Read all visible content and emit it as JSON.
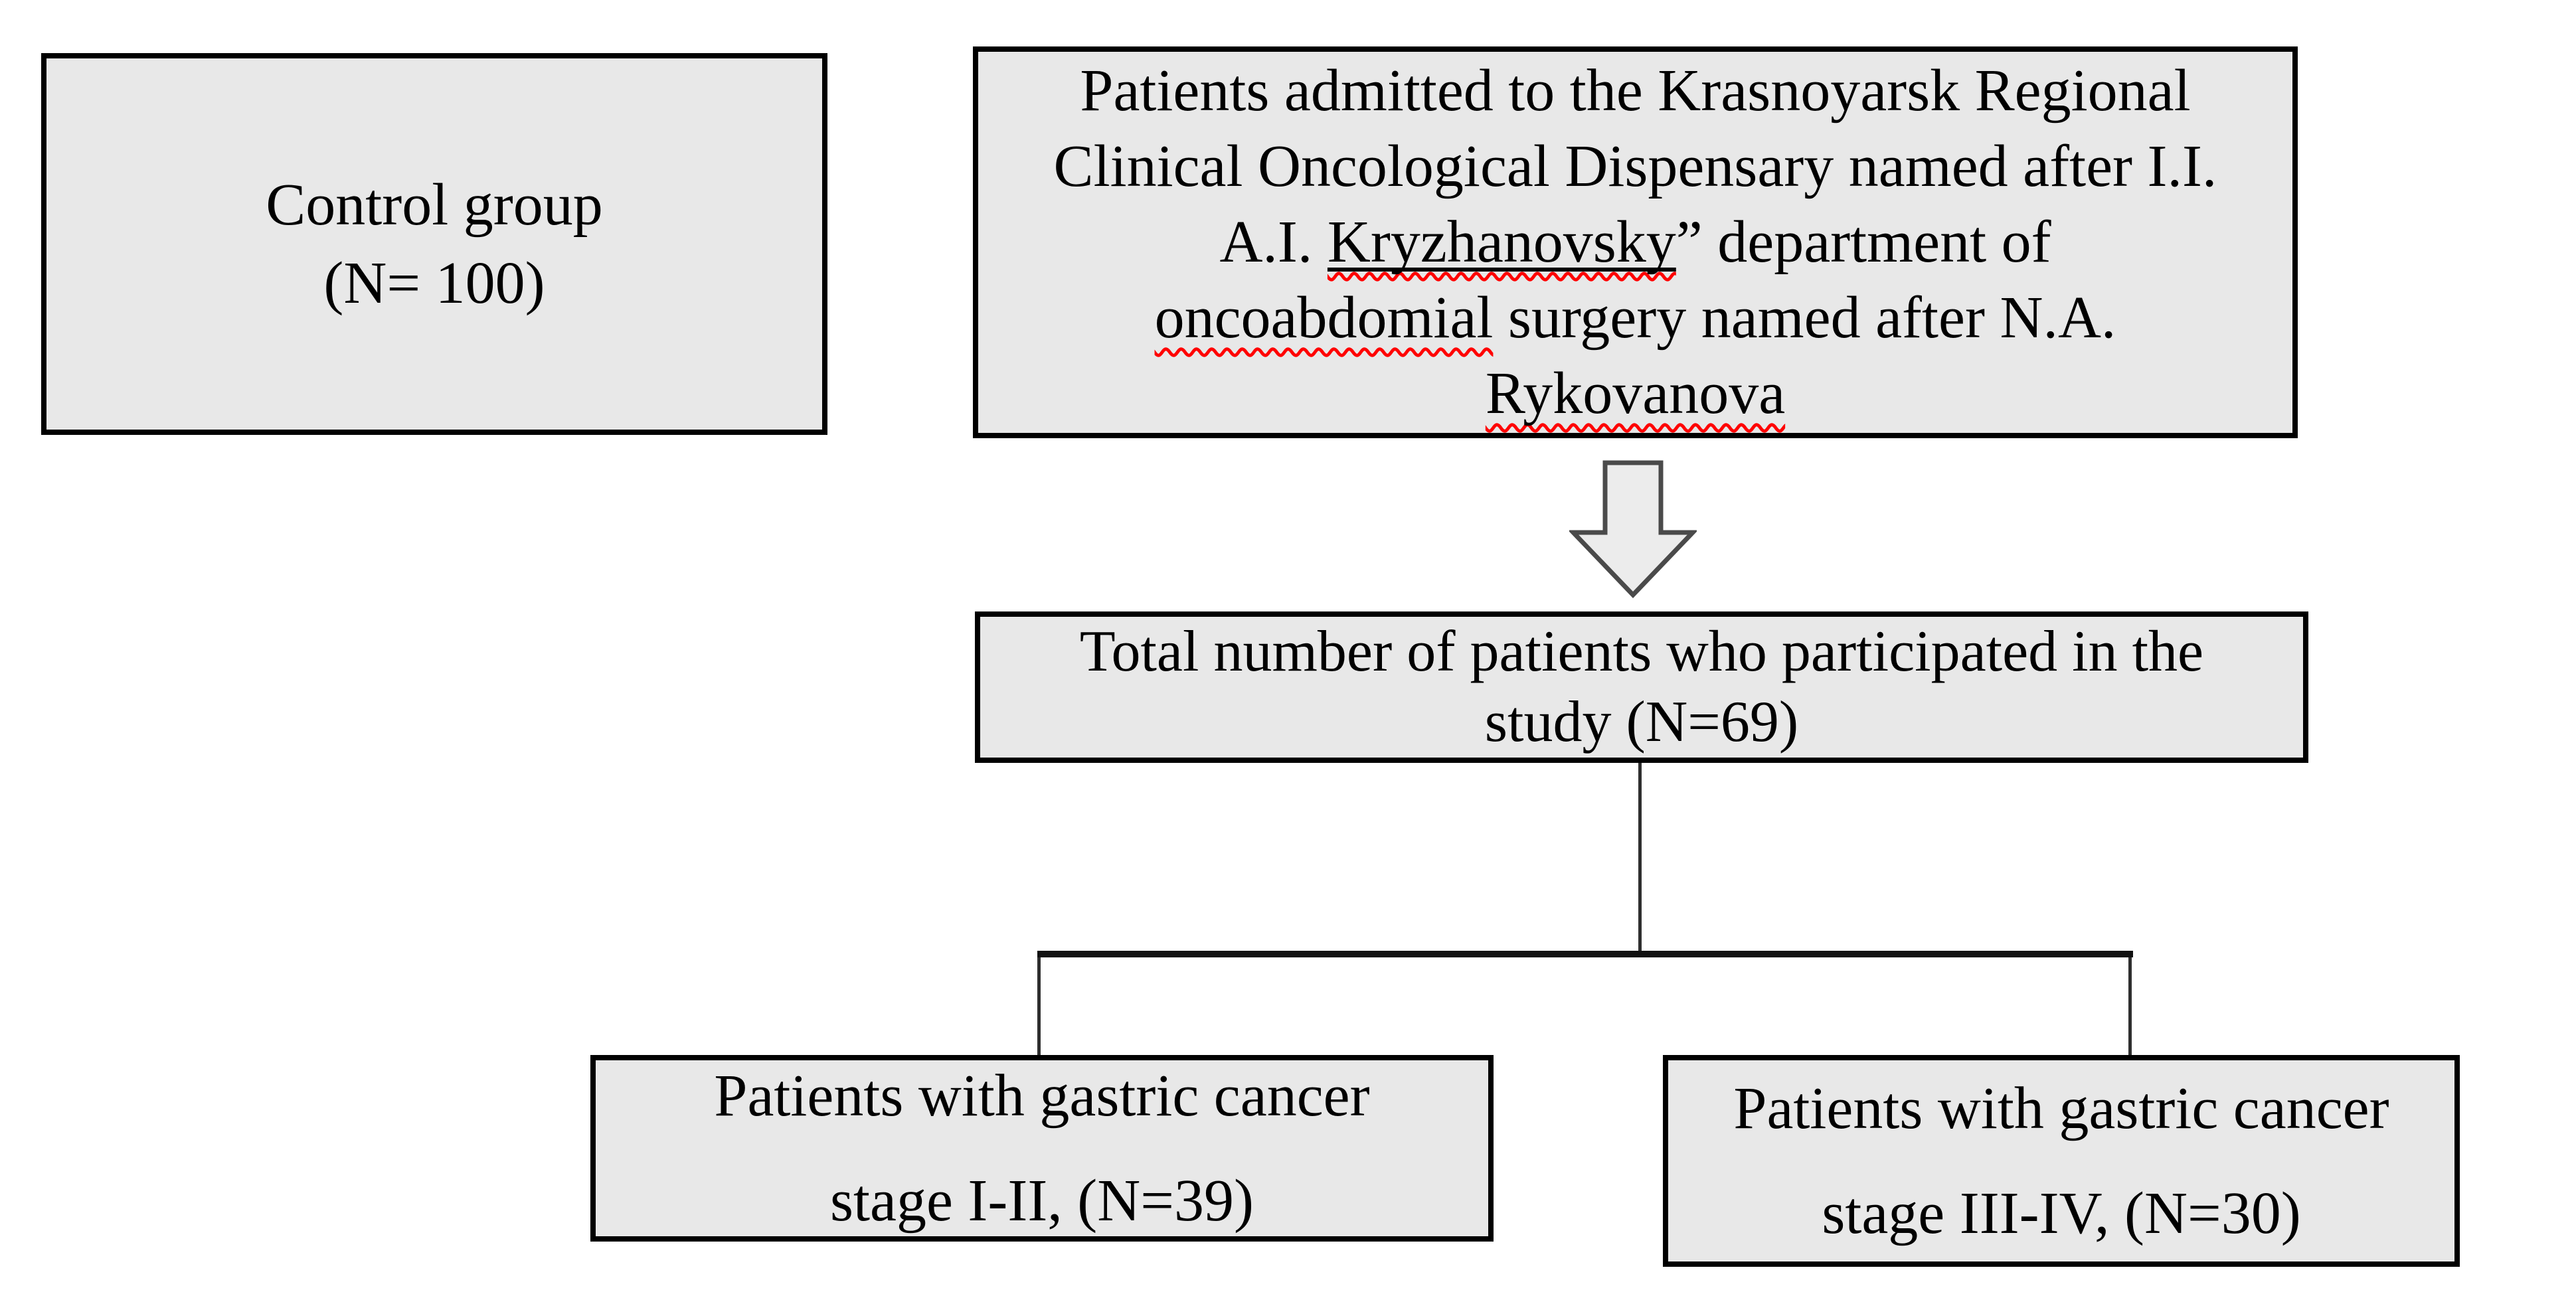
{
  "control_box": {
    "line1": "Control group",
    "line2": "(N= 100)"
  },
  "admission_box": {
    "line1": "Patients admitted to the Krasnoyarsk Regional",
    "line2": "Clinical Oncological Dispensary named after I.I.",
    "line3_prefix": "A.I. ",
    "line3_underlined_misspelled_word": "Kryzhanovsky",
    "line3_suffix": "” department of",
    "line4_misspelled_word": "oncoabdomial",
    "line4_suffix": " surgery named after N.A.",
    "line5_misspelled_word": "Rykovanova"
  },
  "total_box": {
    "line1": "Total number of patients who participated in the",
    "line2": "study (N=69)"
  },
  "stage_i_ii_box": {
    "line1": "Patients with gastric cancer",
    "line2": "stage I-II, (N=39)"
  },
  "stage_iii_iv_box": {
    "line1": "Patients with gastric cancer",
    "line2": "stage III-IV, (N=30)"
  },
  "icons": {
    "down_arrow": "block-down-arrow"
  },
  "colors": {
    "page_background": "#ffffff",
    "box_fill": "#e8e8e8",
    "box_border": "#000000",
    "text": "#000000",
    "spellcheck_underline": "#ff0000",
    "word_underline": "#000000",
    "connector": "#1c1c1c",
    "arrow_fill": "#ececec",
    "arrow_stroke": "#4a4a4a"
  }
}
